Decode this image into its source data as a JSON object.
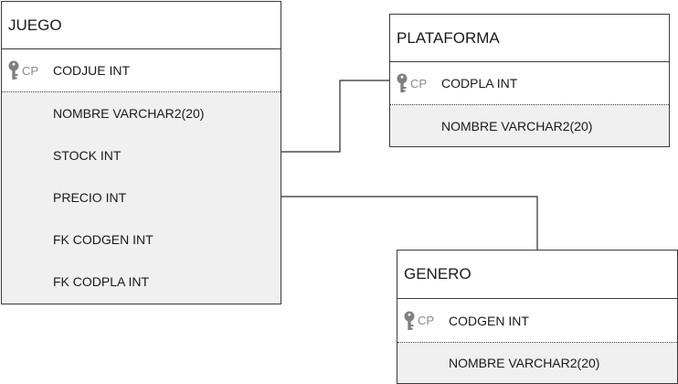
{
  "entities": {
    "juego": {
      "title": "JUEGO",
      "pk": {
        "tag": "CP",
        "name": "CODJUE INT"
      },
      "attributes": [
        "NOMBRE VARCHAR2(20)",
        "STOCK INT",
        "PRECIO INT",
        "FK CODGEN INT",
        "FK CODPLA INT"
      ]
    },
    "plataforma": {
      "title": "PLATAFORMA",
      "pk": {
        "tag": "CP",
        "name": "CODPLA INT"
      },
      "attributes": [
        "NOMBRE VARCHAR2(20)"
      ]
    },
    "genero": {
      "title": "GENERO",
      "pk": {
        "tag": "CP",
        "name": "CODGEN INT"
      },
      "attributes": [
        "NOMBRE VARCHAR2(20)"
      ]
    }
  },
  "relationships": [
    {
      "from": "juego",
      "to": "plataforma"
    },
    {
      "from": "juego",
      "to": "genero"
    }
  ],
  "colors": {
    "border": "#3a3a3a",
    "attribute_background": "#f0f0f0",
    "key_icon": "#7f7f7f",
    "cp_text": "#8a8a8a",
    "line": "#2a2a2a"
  },
  "icons": {
    "primary_key": "key-icon"
  }
}
